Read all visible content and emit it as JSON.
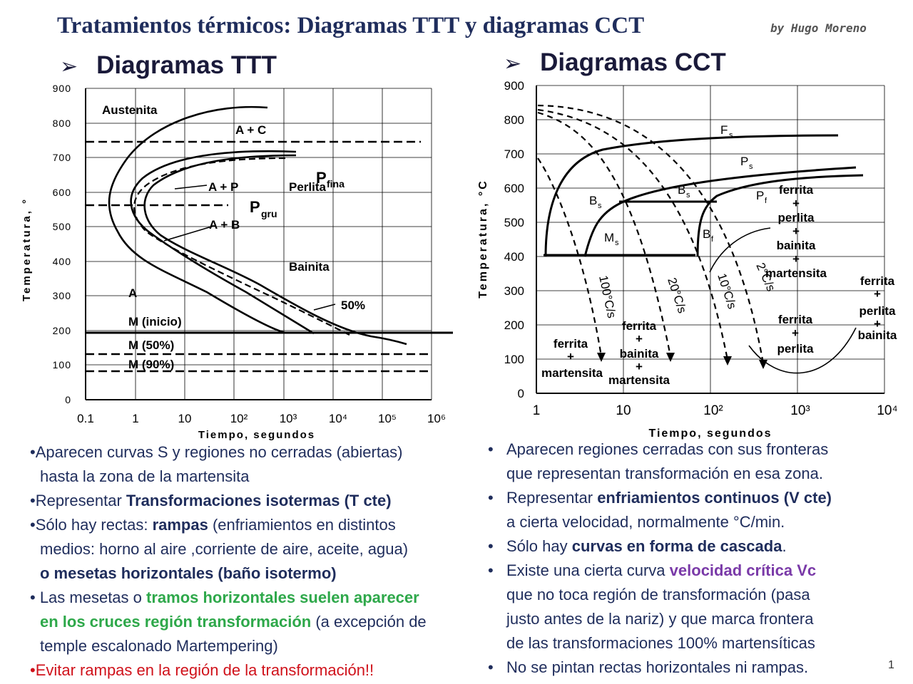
{
  "header": {
    "title": "Tratamientos térmicos: Diagramas TTT y diagramas CCT",
    "author": "by Hugo Moreno"
  },
  "left": {
    "section_title": "Diagramas TTT",
    "arrow": "➢",
    "chart": {
      "ylabel": "Temperatura, °",
      "xlabel": "Tiempo, segundos",
      "yticks": [
        "900",
        "800",
        "700",
        "600",
        "500",
        "400",
        "300",
        "200",
        "100",
        "0"
      ],
      "xticks": [
        "0.1",
        "1",
        "10",
        "10²",
        "10³",
        "10⁴",
        "10⁵",
        "10⁶"
      ],
      "labels": {
        "austenita": "Austenita",
        "ac": "A + C",
        "ap": "A + P",
        "perlita": "Perlita",
        "pfina_main": "P",
        "pfina_sub": "fina",
        "pgru_main": "P",
        "pgru_sub": "gru",
        "ab": "A + B",
        "bainita": "Bainita",
        "a": "A",
        "minicio": "M (inicio)",
        "m50": "M (50%)",
        "m90": "M (90%)",
        "p50": "50%"
      }
    },
    "bullets": {
      "b1_l1": "•Aparecen curvas S y regiones no cerradas (abiertas)",
      "b1_l2": "hasta la zona de la martensita",
      "b2_pre": "•Representar ",
      "b2_bold": "Transformaciones isotermas (T cte)",
      "b3_pre": "•Sólo hay rectas: ",
      "b3_bold": "rampas",
      "b3_post": " (enfriamientos en distintos",
      "b3_l2": "medios: horno al aire ,corriente de aire, aceite, agua)",
      "b3_l3": "o mesetas horizontales (baño isotermo)",
      "b4_pre": "• Las mesetas o ",
      "b4_green1": "tramos horizontales suelen aparecer",
      "b4_green2": "en  los cruces región transformación",
      "b4_post": "  (a excepción de",
      "b4_l3": "temple escalonado Martempering)",
      "b5_dot": "•",
      "b5_text": "Evitar rampas en la región de la transformación!!"
    }
  },
  "right": {
    "section_title": "Diagramas CCT",
    "arrow": "➢",
    "chart": {
      "ylabel": "Temperatura, °C",
      "xlabel": "Tiempo, segundos",
      "yticks": [
        "900",
        "800",
        "700",
        "600",
        "500",
        "400",
        "300",
        "200",
        "100",
        "0"
      ],
      "xticks": [
        "1",
        "10",
        "10²",
        "10³",
        "10⁴"
      ],
      "labels": {
        "fs": "F",
        "fs_sub": "s",
        "ps": "P",
        "ps_sub": "s",
        "pf": "P",
        "pf_sub": "f",
        "bs1": "B",
        "bs1_sub": "s",
        "bs2": "B",
        "bs2_sub": "s",
        "bf": "B",
        "bf_sub": "f",
        "ms": "M",
        "ms_sub": "s",
        "r100": "100°C/s",
        "r20": "20°C/s",
        "r10": "10°C/s",
        "r2": "2°C/s",
        "fpbm_1": "ferrita",
        "fpbm_2": "+",
        "fpbm_3": "perlita",
        "fpbm_4": "+",
        "fpbm_5": "bainita",
        "fpbm_6": "+",
        "fpbm_7": "martensita",
        "fpb_1": "ferrita",
        "fpb_2": "+",
        "fpb_3": "perlita",
        "fpb_4": "+",
        "fpb_5": "bainita",
        "fm_1": "ferrita",
        "fm_2": "+",
        "fm_3": "martensita",
        "fbm_1": "ferrita",
        "fbm_2": "+",
        "fbm_3": "bainita",
        "fbm_4": "+",
        "fbm_5": "martensita",
        "fp_1": "ferrita",
        "fp_2": "+",
        "fp_3": "perlita"
      }
    },
    "bullets": {
      "b1_l1": "Aparecen regiones cerradas con sus fronteras",
      "b1_l2": "que representan transformación en esa zona.",
      "b2_pre": "Representar ",
      "b2_bold": "enfriamientos continuos (V cte)",
      "b2_l2": "a cierta velocidad, normalmente °C/min.",
      "b3_pre": "Sólo hay ",
      "b3_bold": "curvas en forma de cascada",
      "b3_post": ".",
      "b4_pre": "Existe una cierta curva ",
      "b4_purple": "velocidad crítica Vc",
      "b4_l2": "que no toca región de transformación (pasa",
      "b4_l3": "justo antes de la nariz) y que marca frontera",
      "b4_l4": "de las transformaciones 100% martensíticas",
      "b5": "No se pintan rectas horizontales ni rampas.",
      "bullet_char": "•"
    }
  },
  "page_number": "1",
  "colors": {
    "title": "#1f2d5c",
    "body_text": "#1f2d5c",
    "green": "#2ea84a",
    "red": "#d0121b",
    "purple": "#7a3aa8"
  }
}
